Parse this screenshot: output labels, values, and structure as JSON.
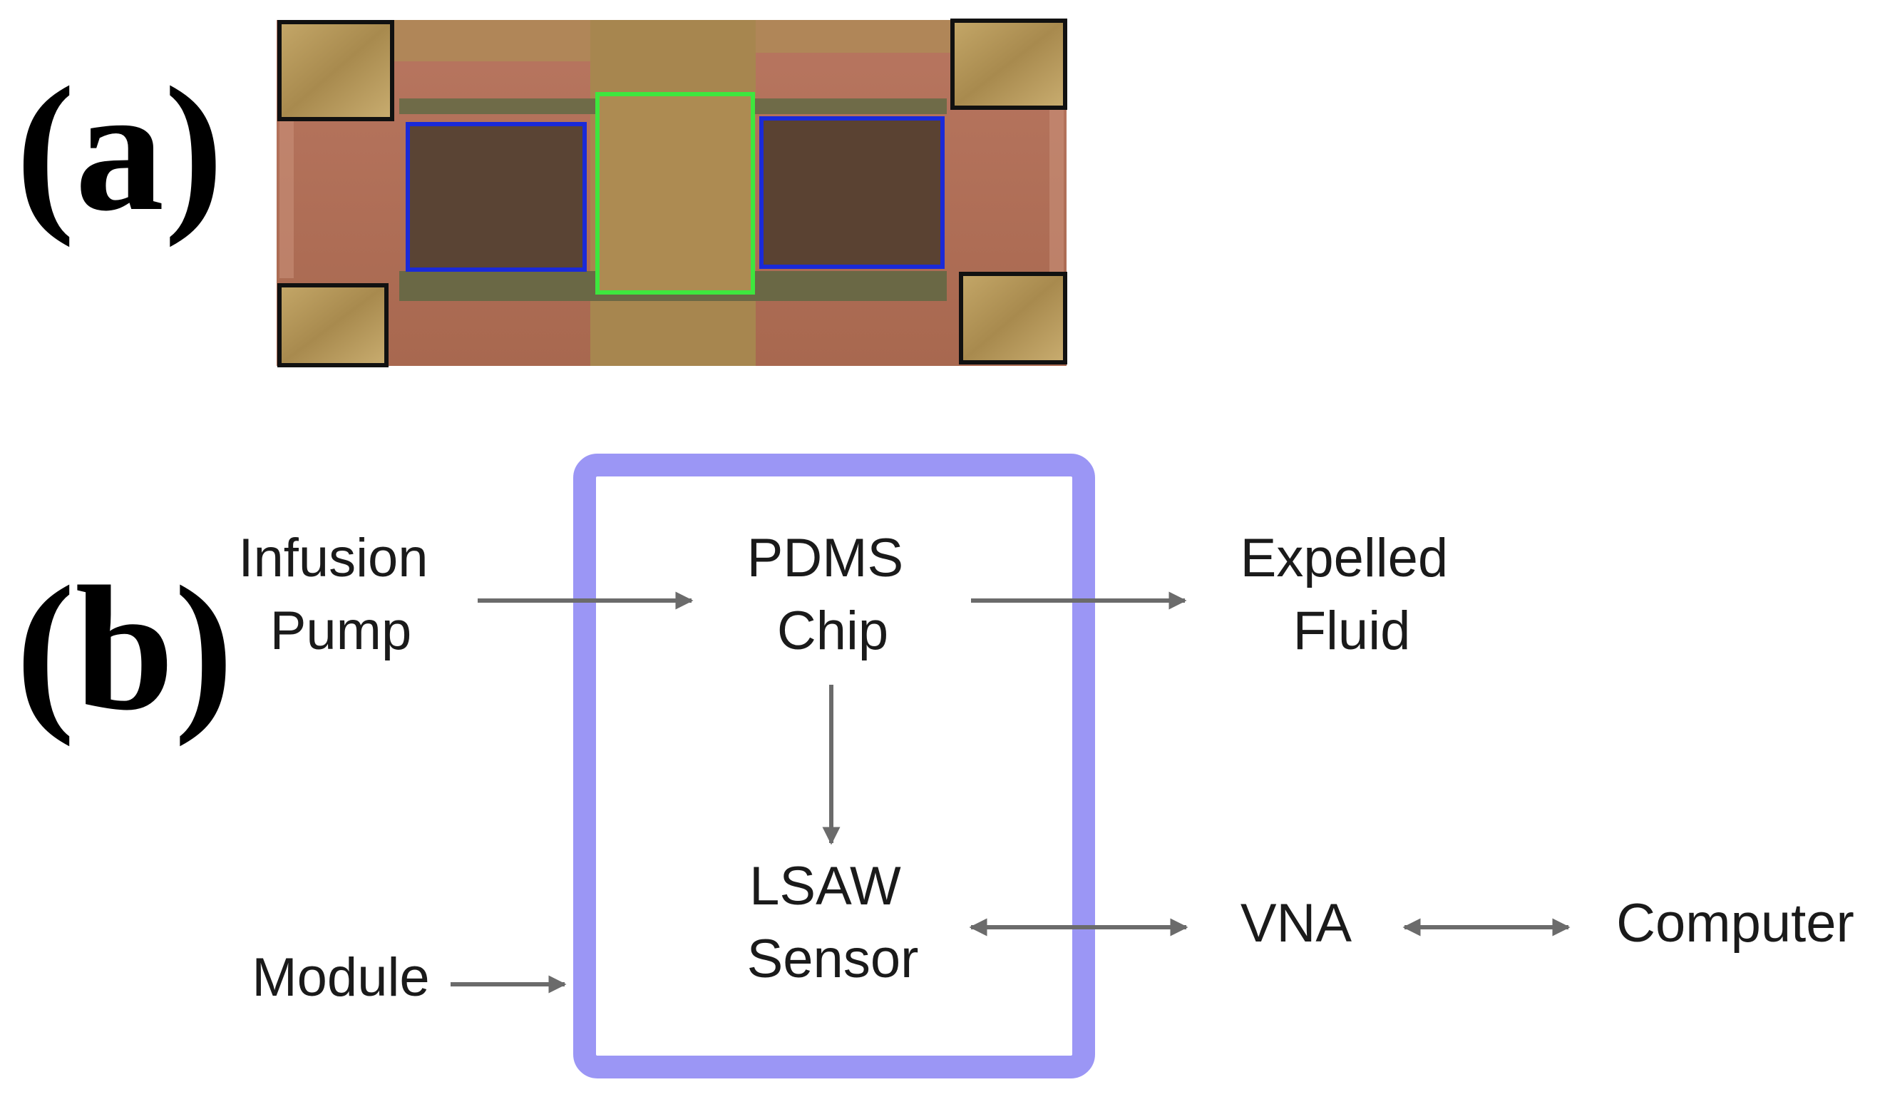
{
  "panels": {
    "a": "(a)",
    "b": "(b)"
  },
  "photo": {
    "description_colors": {
      "substrate": "#b0705a",
      "center_strip": "#a88550",
      "pad_gold": "#b89a5c",
      "band": "#6e6a48",
      "idt_fill": "#5a4232",
      "idt_outline": "#1a2ad8",
      "center_outline": "#3ee63e",
      "pad_outline": "#111111"
    }
  },
  "diagram": {
    "module_box_color": "#9b96f5",
    "arrow_color": "#6b6b6b",
    "infusion_pump": [
      "Infusion",
      "Pump"
    ],
    "pdms_chip": [
      "PDMS",
      "Chip"
    ],
    "expelled_fluid": [
      "Expelled",
      "Fluid"
    ],
    "lsaw_sensor": [
      "LSAW",
      "Sensor"
    ],
    "vna": "VNA",
    "computer": "Computer",
    "module": "Module"
  }
}
